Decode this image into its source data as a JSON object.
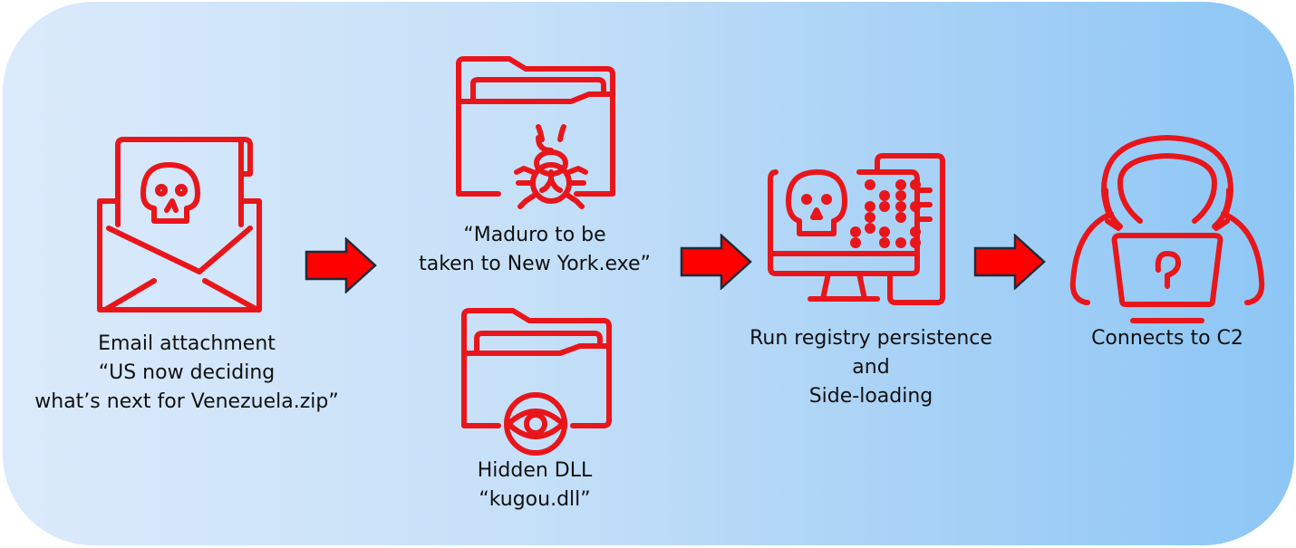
{
  "theme": {
    "icon_color": "#e8161b",
    "arrow_fill": "#ff0000",
    "arrow_stroke": "#1f2a3a"
  },
  "steps": [
    {
      "id": "email",
      "icon": "email-skull-icon",
      "lines": [
        "Email attachment",
        "“US now deciding",
        "what’s next for Venezuela.zip”"
      ]
    },
    {
      "id": "exe",
      "icon": "folder-bug-icon",
      "lines": [
        "“Maduro to be",
        "taken to New York.exe”"
      ]
    },
    {
      "id": "dll",
      "icon": "folder-eye-icon",
      "lines": [
        "Hidden DLL",
        "“kugou.dll”"
      ]
    },
    {
      "id": "persistence",
      "icon": "computer-skull-icon",
      "lines": [
        "Run registry persistence",
        "and",
        "Side-loading"
      ]
    },
    {
      "id": "c2",
      "icon": "hacker-laptop-icon",
      "lines": [
        "Connects to C2"
      ]
    }
  ],
  "arrows": [
    "arrow-right-icon",
    "arrow-right-icon",
    "arrow-right-icon"
  ]
}
